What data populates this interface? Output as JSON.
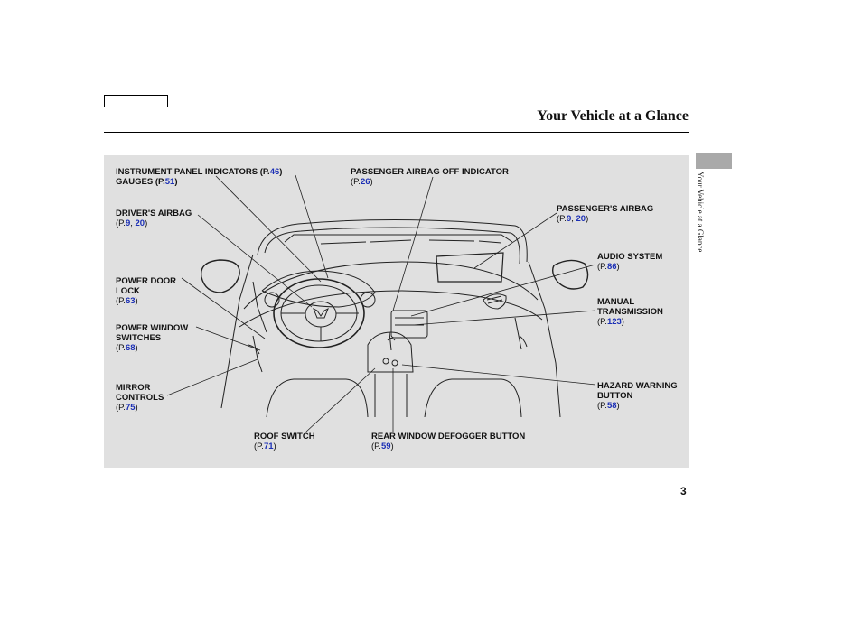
{
  "header": {
    "title": "Your Vehicle at a Glance",
    "side_label": "Your Vehicle at a Glance"
  },
  "colors": {
    "panel_bg": "#e0e0e0",
    "side_tab": "#a9a9a9",
    "link": "#1b2fb5",
    "line": "#222222"
  },
  "callouts": {
    "instrument_panel_indicators": {
      "label": "INSTRUMENT PANEL INDICATORS",
      "pages": [
        "46"
      ]
    },
    "gauges": {
      "label": "GAUGES",
      "pages": [
        "51"
      ]
    },
    "passenger_airbag_off": {
      "label": "PASSENGER AIRBAG OFF INDICATOR",
      "pages": [
        "26"
      ]
    },
    "drivers_airbag": {
      "label": "DRIVER'S AIRBAG",
      "pages": [
        "9",
        "20"
      ]
    },
    "passengers_airbag": {
      "label": "PASSENGER'S AIRBAG",
      "pages": [
        "9",
        "20"
      ]
    },
    "audio_system": {
      "label": "AUDIO SYSTEM",
      "pages": [
        "86"
      ]
    },
    "power_door_lock": {
      "label_1": "POWER DOOR",
      "label_2": "LOCK",
      "pages": [
        "63"
      ]
    },
    "manual_transmission": {
      "label_1": "MANUAL",
      "label_2": "TRANSMISSION",
      "pages": [
        "123"
      ]
    },
    "power_window_switches": {
      "label_1": "POWER WINDOW",
      "label_2": "SWITCHES",
      "pages": [
        "68"
      ]
    },
    "mirror_controls": {
      "label_1": "MIRROR",
      "label_2": "CONTROLS",
      "pages": [
        "75"
      ]
    },
    "hazard_warning_button": {
      "label_1": "HAZARD WARNING",
      "label_2": "BUTTON",
      "pages": [
        "58"
      ]
    },
    "roof_switch": {
      "label": "ROOF SWITCH",
      "pages": [
        "71"
      ]
    },
    "rear_window_defogger": {
      "label": "REAR WINDOW DEFOGGER BUTTON",
      "pages": [
        "59"
      ]
    }
  },
  "ref_prefix": "P.",
  "page_number": "3"
}
